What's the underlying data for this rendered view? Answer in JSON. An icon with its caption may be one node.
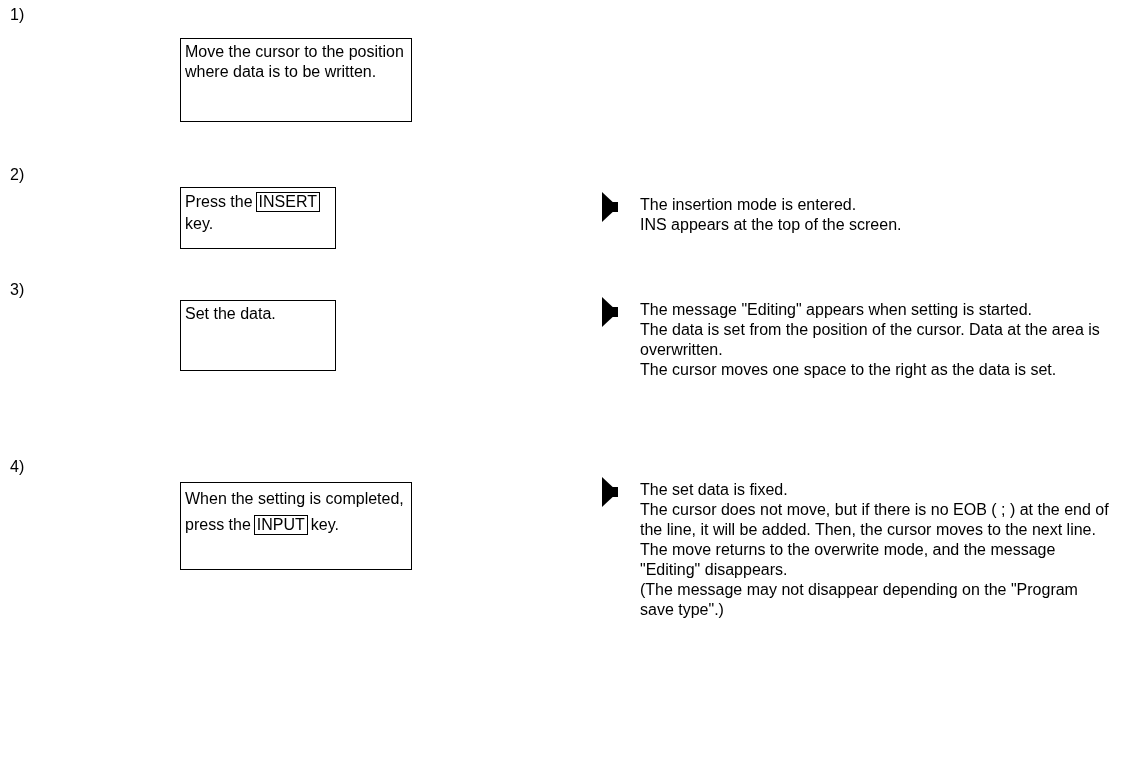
{
  "diagram": {
    "nodes": [
      {
        "text": [
          "Move the cursor to the position where data is to be written."
        ]
      },
      {
        "text": [
          "Press the",
          "key."
        ]
      },
      {
        "text": [
          "INSERT"
        ],
        "in": 1
      },
      {
        "text": [
          "The insertion mode is entered.",
          "INS appears at the top of the screen."
        ]
      },
      {
        "text": [
          "Set the data."
        ]
      },
      {
        "text": [
          "The message \"Editing\" appears when setting is started.",
          "The data is set from the position of the cursor. Data at the area is overwritten.",
          "The cursor moves one space to the right as the data is set."
        ]
      },
      {
        "text": [
          "When the setting is completed, press the",
          "key."
        ]
      },
      {
        "text": [
          "INPUT"
        ],
        "in": 6
      },
      {
        "text": [
          "The set data is fixed.",
          "The cursor does not move, but if there is no EOB ( ; ) at the end of the line, it will be added. Then, the cursor moves to the next line.",
          "The move returns to the overwrite mode, and the message \"Editing\" disappears.",
          "(The message may not disappear depending on the \"Program save type\".)"
        ]
      }
    ],
    "edges": [
      {
        "from": null,
        "to": 3,
        "arrow": "to"
      },
      {
        "from": null,
        "to": 5,
        "arrow": "to"
      },
      {
        "from": null,
        "to": 8,
        "arrow": "to"
      }
    ],
    "labels": [
      "1)",
      "2)",
      "3)",
      "4)"
    ]
  }
}
